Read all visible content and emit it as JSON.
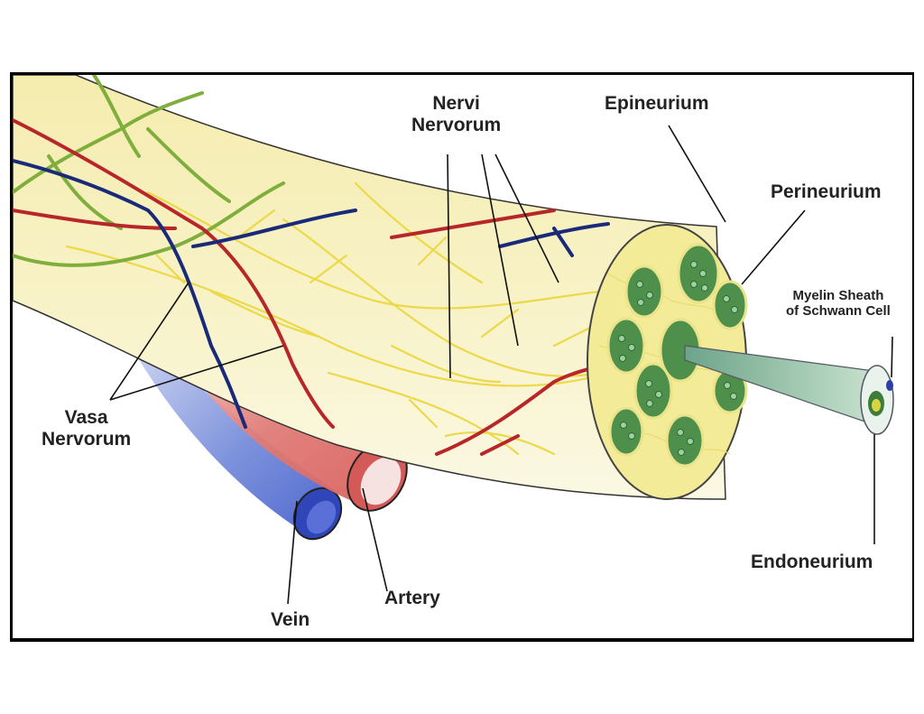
{
  "labels": {
    "nervi_nervorum": [
      "Nervi",
      "Nervorum"
    ],
    "epineurium": "Epineurium",
    "perineurium": "Perineurium",
    "myelin_sheath": [
      "Myelin Sheath",
      "of Schwann Cell"
    ],
    "vasa_nervorum": [
      "Vasa",
      "Nervorum"
    ],
    "endoneurium": "Endoneurium",
    "artery": "Artery",
    "vein": "Vein"
  },
  "colors": {
    "nerve_body": "#f7f0b8",
    "nerve_yellow_branches": "#ecd94a",
    "artery_red": "#b8262a",
    "vein_blue": "#1a2a7a",
    "green_vessel": "#7fae3c",
    "fascicle_green": "#4e8f4c",
    "axon_green": "#8fc2a0",
    "myelin_blue": "#2a3fa8"
  }
}
